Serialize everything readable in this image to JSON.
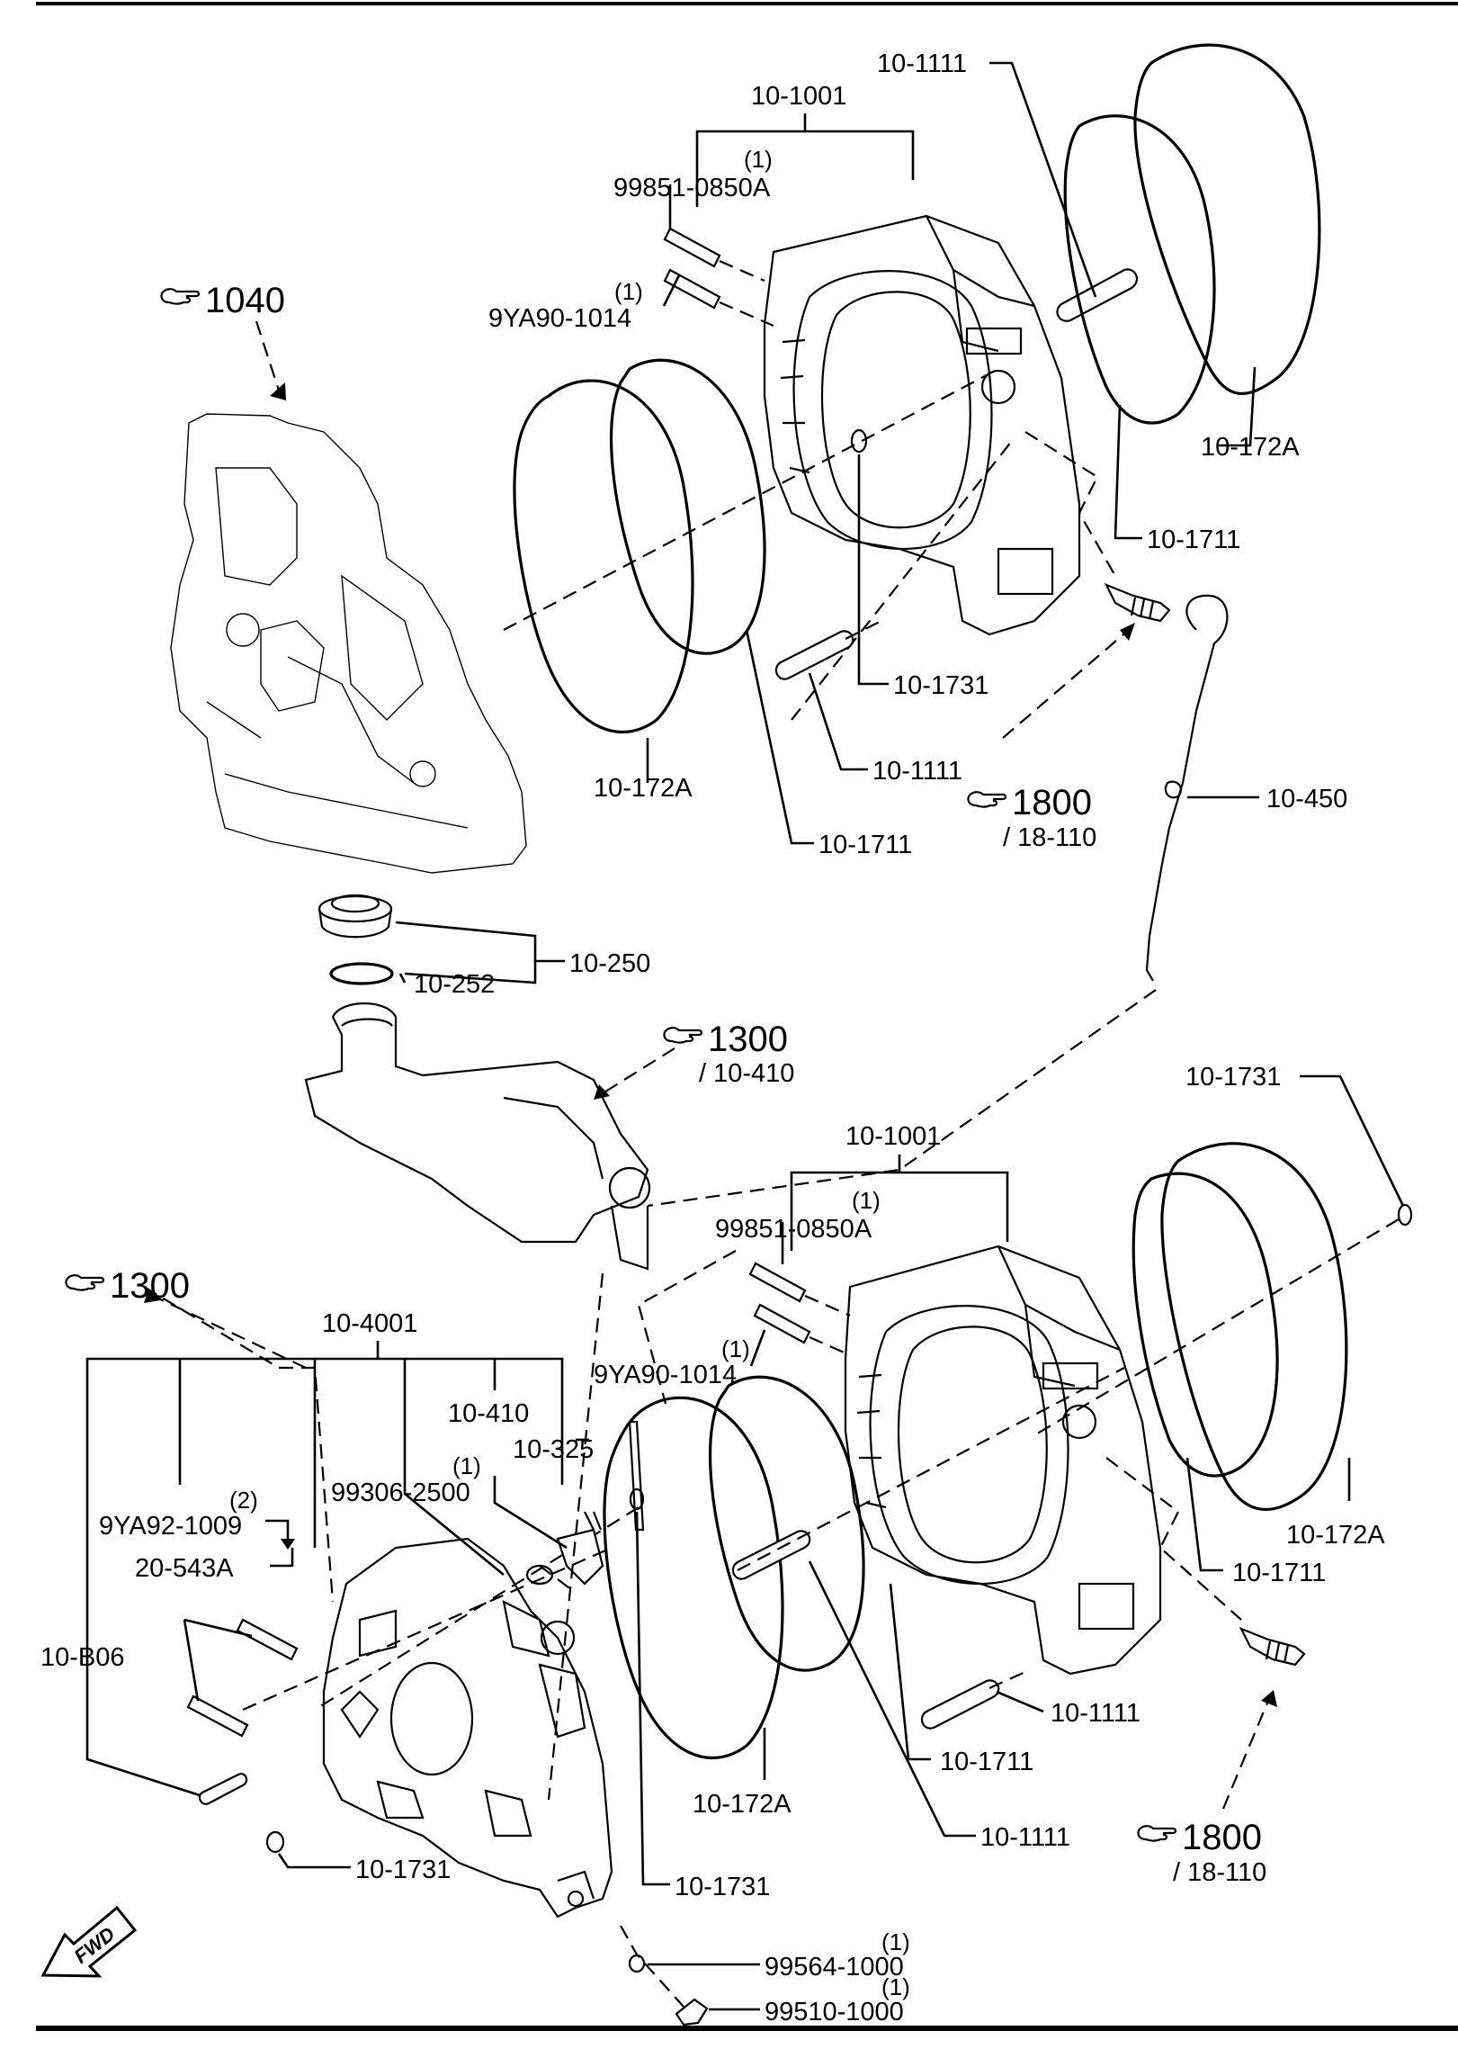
{
  "labels": {
    "p10_1001_top": "10-1001",
    "p10_1111_top": "10-1111",
    "q_99851_top": "(1)",
    "p99851_top": "99851-0850A",
    "q_9ya90_top": "(1)",
    "p9ya90_top": "9YA90-1014",
    "p10_172a_tr": "10-172A",
    "p10_1711_tr": "10-1711",
    "p10_1731_top": "10-1731",
    "p10_1111_mid": "10-1111",
    "p10_172a_left": "10-172A",
    "p10_1711_mid": "10-1711",
    "p10_450": "10-450",
    "p10_250": "10-250",
    "p10_252": "10-252",
    "p10_1731_r": "10-1731",
    "p10_1001_bot": "10-1001",
    "q_99851_bot": "(1)",
    "p99851_bot": "99851-0850A",
    "q_9ya90_bot": "(1)",
    "p9ya90_bot": "9YA90-1014",
    "p10_4001": "10-4001",
    "p10_410": "10-410",
    "p10_325": "10-325",
    "q_99306": "(1)",
    "p99306": "99306-2500",
    "q_9ya92": "(2)",
    "p9ya92": "9YA92-1009",
    "p20_543a": "20-543A",
    "p10_b06": "10-B06",
    "p10_172a_br": "10-172A",
    "p10_1711_br": "10-1711",
    "p10_1111_br": "10-1111",
    "p10_1711_bm": "10-1711",
    "p10_172a_bm": "10-172A",
    "p10_1111_bm": "10-1111",
    "p10_1731_bm": "10-1731",
    "p10_1731_bl": "10-1731",
    "q_99564": "(1)",
    "p99564": "99564-1000",
    "q_99510": "(1)",
    "p99510": "99510-1000"
  },
  "refs": {
    "r1040": {
      "num": "1040"
    },
    "r1800_top": {
      "num": "1800",
      "sub": "/ 18-110"
    },
    "r1300_mid": {
      "num": "1300",
      "sub": "/ 10-410"
    },
    "r1300_left": {
      "num": "1300"
    },
    "r1800_bot": {
      "num": "1800",
      "sub": "/ 18-110"
    }
  },
  "badges": {
    "fwd": "FWD"
  },
  "icons": {
    "reference": "pointing-hand-icon",
    "direction": "fwd-arrow-icon"
  }
}
